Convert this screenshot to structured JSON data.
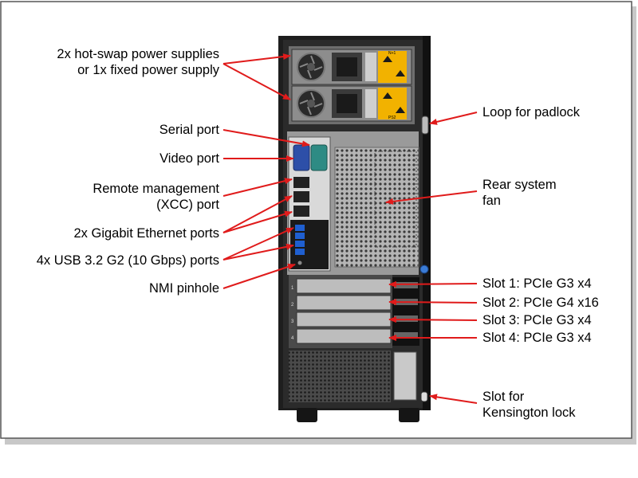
{
  "callouts_left": [
    {
      "line1": "2x hot-swap power supplies",
      "line2": "or 1x fixed power supply"
    },
    {
      "line1": "Serial port"
    },
    {
      "line1": "Video port"
    },
    {
      "line1": "Remote management",
      "line2": "(XCC) port"
    },
    {
      "line1": "2x Gigabit Ethernet ports"
    },
    {
      "line1": "4x USB 3.2 G2 (10 Gbps) ports"
    },
    {
      "line1": "NMI pinhole"
    }
  ],
  "callouts_right": [
    {
      "line1": "Loop for padlock"
    },
    {
      "line1": "Rear system",
      "line2": "fan"
    },
    {
      "line1": "Slot 1: PCIe G3 x4"
    },
    {
      "line1": "Slot 2: PCIe G4 x16"
    },
    {
      "line1": "Slot 3: PCIe G3 x4"
    },
    {
      "line1": "Slot 4: PCIe G3 x4"
    },
    {
      "line1": "Slot for",
      "line2": "Kensington lock"
    }
  ],
  "psu_labels": [
    "N+1",
    "PS2"
  ],
  "slot_numbers": [
    "1",
    "2",
    "3",
    "4"
  ],
  "colors": {
    "arrow": "#e01b1b",
    "chassis": "#2a2a2a",
    "panel": "#9a9a9a",
    "serial_port": "#2e8b84",
    "video_port": "#2d4fa8",
    "usb_port": "#1f5fd0",
    "psu_warning": "#f2b200"
  }
}
